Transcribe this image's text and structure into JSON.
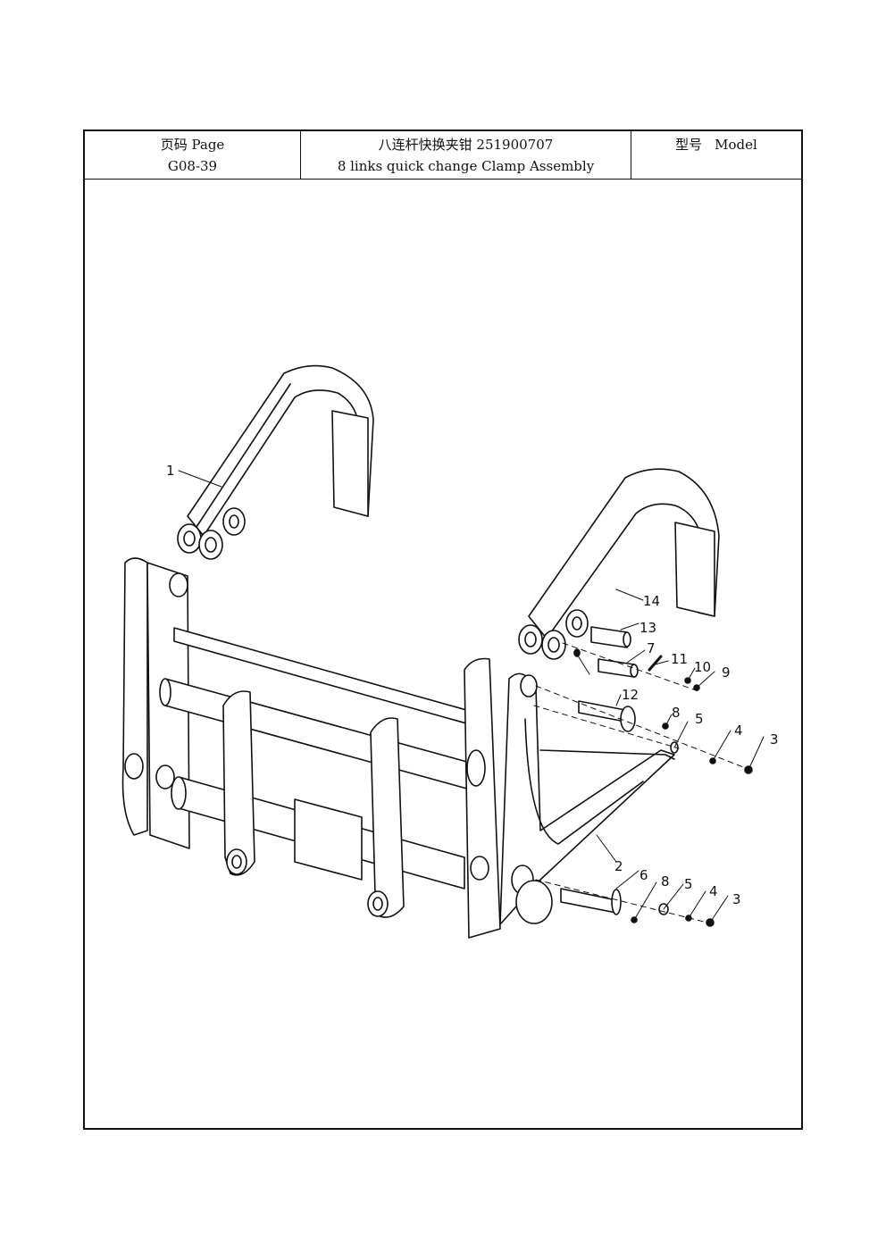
{
  "header": {
    "page_label": "页码 Page",
    "page_number": "G08-39",
    "title_cn": "八连杆快换夹钳 251900707",
    "title_en": "8 links quick change Clamp Assembly",
    "model_cn": "型号",
    "model_en": "Model"
  },
  "callouts": [
    "1",
    "14",
    "13",
    "7",
    "11",
    "10",
    "9",
    "12",
    "8",
    "5",
    "4",
    "3",
    "2",
    "6",
    "8",
    "5",
    "4",
    "3"
  ]
}
